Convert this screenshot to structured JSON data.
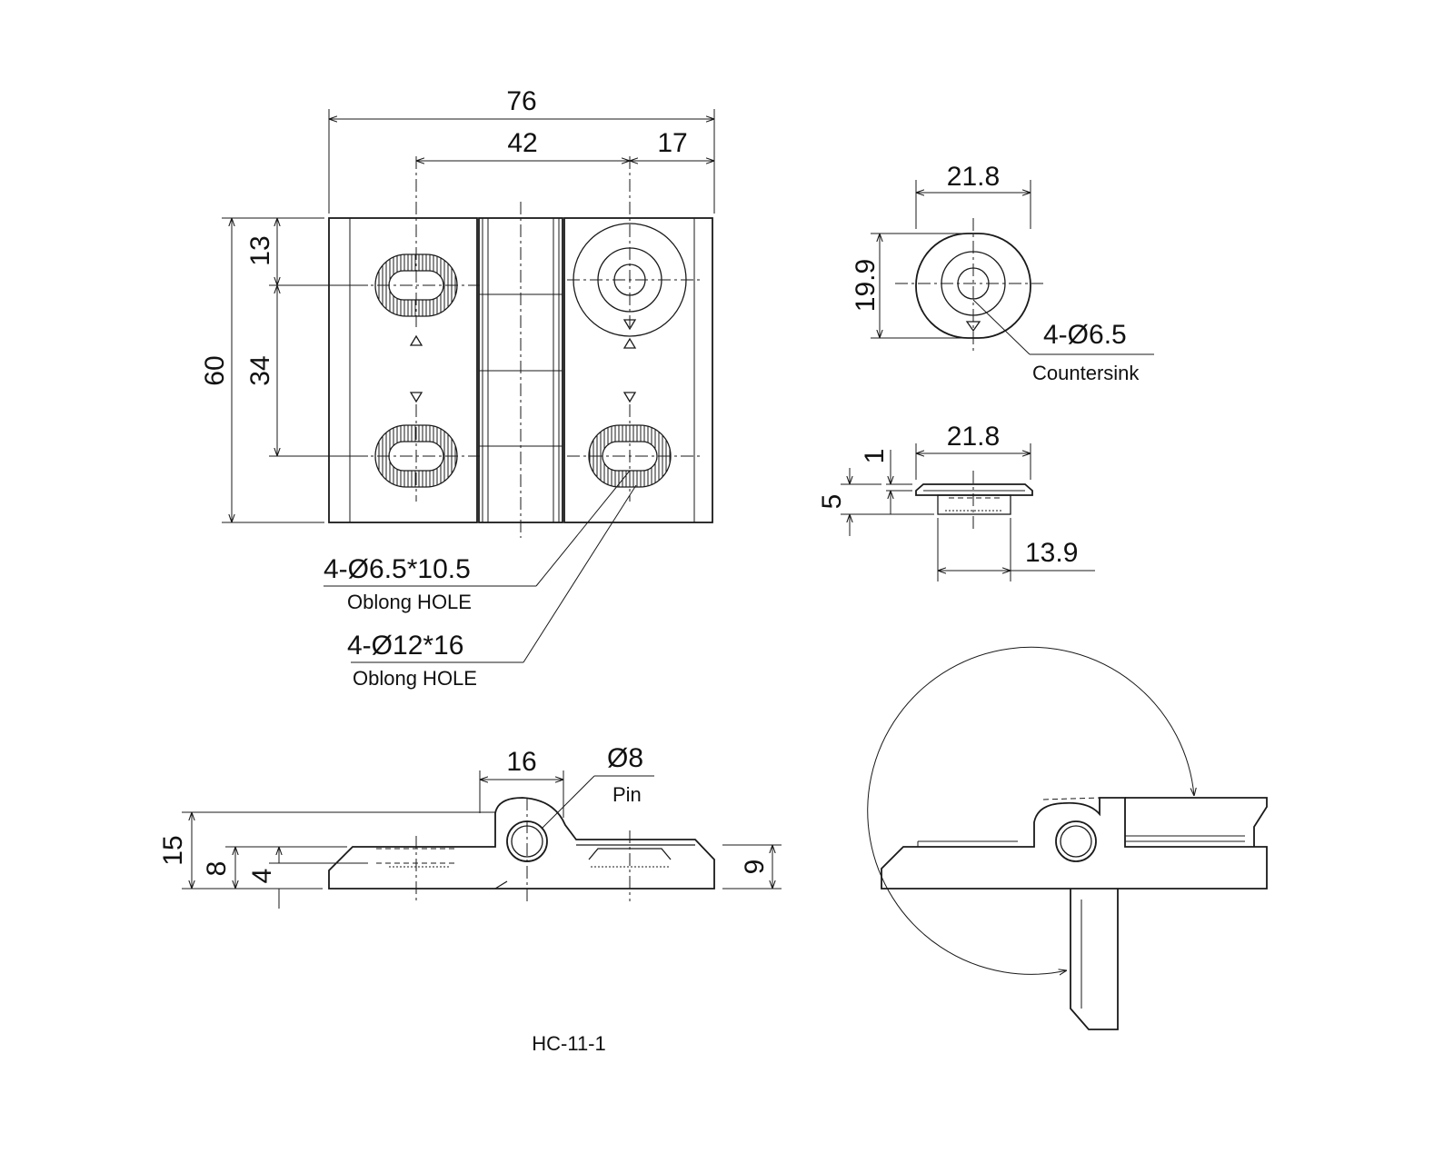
{
  "part_number": "HC-11-1",
  "top_view": {
    "overall_width": "76",
    "hole_spacing_x": "42",
    "edge_to_hole": "17",
    "overall_height": "60",
    "top_offset": "13",
    "hole_spacing_y": "34",
    "callout_small": {
      "value": "4-Ø6.5*10.5",
      "desc": "Oblong HOLE"
    },
    "callout_large": {
      "value": "4-Ø12*16",
      "desc": "Oblong HOLE"
    }
  },
  "washer_top": {
    "diameter": "21.8",
    "height": "19.9",
    "callout": {
      "value": "4-Ø6.5",
      "desc": "Countersink"
    }
  },
  "washer_side": {
    "diameter": "21.8",
    "flange": "1",
    "thickness": "5",
    "boss": "13.9"
  },
  "side_view": {
    "knuckle_width": "16",
    "pin_diameter": {
      "value": "Ø8",
      "desc": "Pin"
    },
    "overall_height": "15",
    "leaf_height": "8",
    "plate_thickness": "4",
    "right_height": "9"
  }
}
